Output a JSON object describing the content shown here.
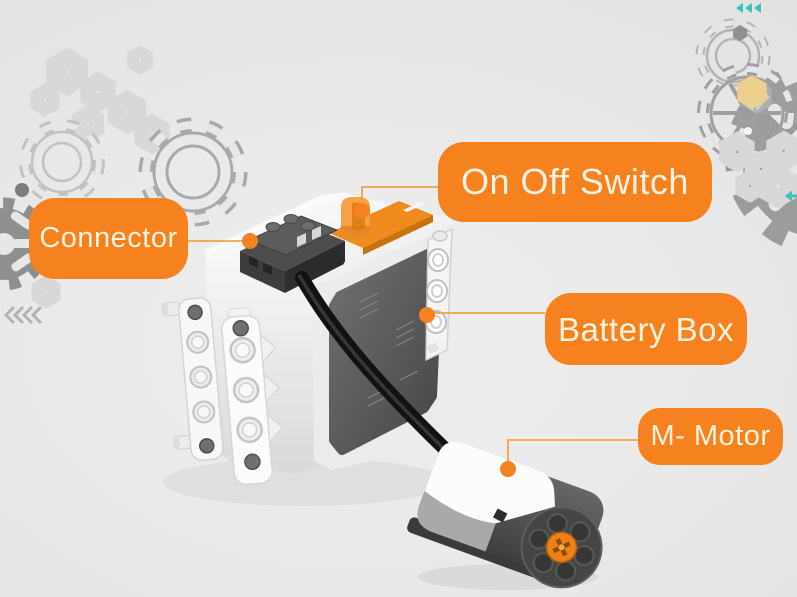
{
  "labels": {
    "connector": "Connector",
    "on_off_switch": "On Off Switch",
    "battery_box": "Battery Box",
    "m_motor": "M- Motor"
  },
  "colors": {
    "background": "#E7E7E7",
    "label_background": "#F5821F",
    "label_text": "#FBF2E0",
    "leader_line": "#F2A14A",
    "leader_dot": "#F58220",
    "teal_accent": "#38C2BA",
    "yellow_hexagon": "#ECD08D",
    "gear_gray": "#9C9C9C",
    "switch_orange": "#EE8A1E",
    "motor_hub_orange": "#EE8018",
    "cable_black": "#121212"
  },
  "illustration": {
    "parts": [
      "battery-box",
      "connector-plug",
      "on-off-switch",
      "cable",
      "m-motor"
    ]
  },
  "decorations": {
    "icons": [
      "gear-outline-icon",
      "gear-spoked-icon",
      "gear-solid-icon",
      "hexagon-icon",
      "chevrons-left-icon",
      "triple-arrow-left-icon",
      "arrow-left-icon"
    ]
  }
}
